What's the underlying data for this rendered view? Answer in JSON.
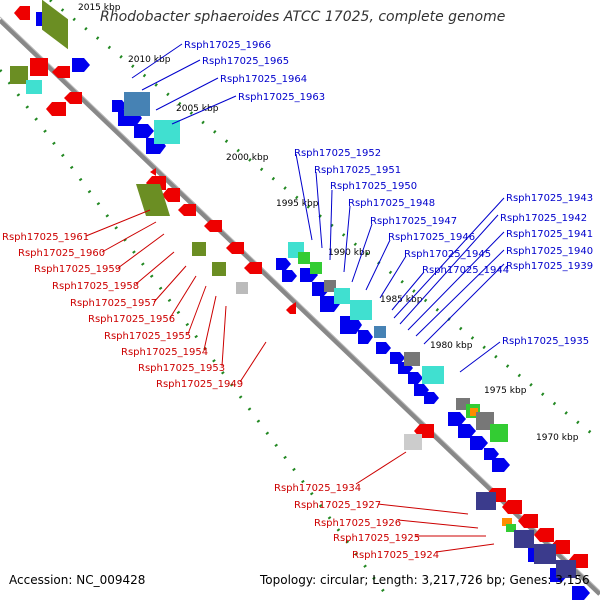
{
  "title": "Rhodobacter sphaeroides ATCC 17025, complete genome",
  "accession_label": "Accession: NC_009428",
  "topology_label": "Topology: circular; Length: 3,217,726 bp; Genes: 3,156",
  "colors": {
    "backbone": "#888888",
    "forward_strand": "#0000ee",
    "reverse_strand": "#ee0000",
    "label_forward": "#0000cc",
    "label_reverse": "#cc0000",
    "gc_dots": "#228822",
    "olive": "#6b8e23",
    "cyan": "#40e0d0",
    "green": "#33cc33",
    "gray": "#777777",
    "steel": "#4682b4",
    "navy": "#3b3b8c"
  },
  "ticks": [
    "2015 kbp",
    "2010 kbp",
    "2005 kbp",
    "2000 kbp",
    "1995 kbp",
    "1990 kbp",
    "1985 kbp",
    "1980 kbp",
    "1975 kbp",
    "1970 kbp"
  ],
  "forward_labels": [
    "Rsph17025_1966",
    "Rsph17025_1965",
    "Rsph17025_1964",
    "Rsph17025_1963",
    "Rsph17025_1952",
    "Rsph17025_1951",
    "Rsph17025_1950",
    "Rsph17025_1948",
    "Rsph17025_1947",
    "Rsph17025_1946",
    "Rsph17025_1945",
    "Rsph17025_1944",
    "Rsph17025_1943",
    "Rsph17025_1942",
    "Rsph17025_1941",
    "Rsph17025_1940",
    "Rsph17025_1939",
    "Rsph17025_1935"
  ],
  "reverse_labels": [
    "Rsph17025_1961",
    "Rsph17025_1960",
    "Rsph17025_1959",
    "Rsph17025_1958",
    "Rsph17025_1957",
    "Rsph17025_1956",
    "Rsph17025_1955",
    "Rsph17025_1954",
    "Rsph17025_1953",
    "Rsph17025_1949",
    "Rsph17025_1934",
    "Rsph17025_1927",
    "Rsph17025_1926",
    "Rsph17025_1925",
    "Rsph17025_1924"
  ]
}
